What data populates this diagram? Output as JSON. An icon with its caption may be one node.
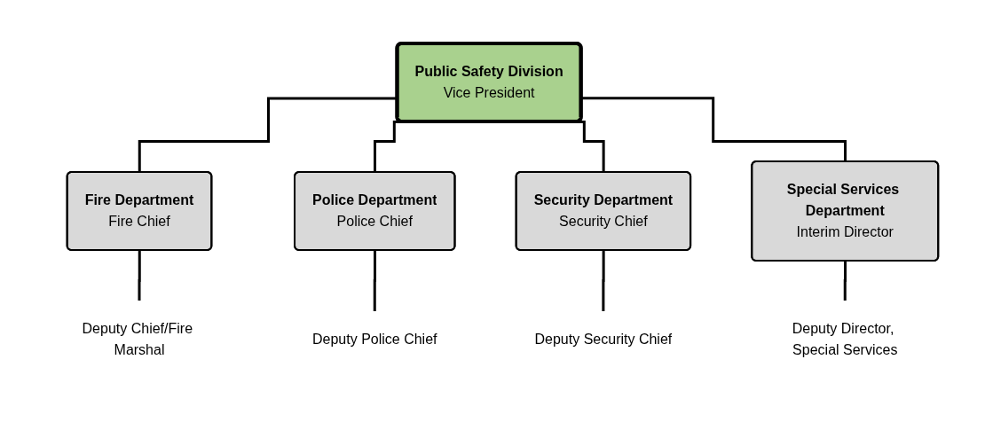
{
  "diagram": {
    "nodes": [
      {
        "text": [
          "Public Safety Division",
          "Vice President"
        ]
      },
      {
        "text": [
          "Fire Department",
          "Fire Chief"
        ]
      },
      {
        "text": [
          "Police Department",
          "Police Chief"
        ]
      },
      {
        "text": [
          "Security Department",
          "Security Chief"
        ]
      },
      {
        "text": [
          "Special Services Department",
          "Interim Director"
        ]
      },
      {
        "text": [
          "Deputy Chief/Fire Marshal"
        ]
      },
      {
        "text": [
          "Deputy Police Chief"
        ]
      },
      {
        "text": [
          "Deputy Security Chief"
        ]
      },
      {
        "text": [
          "Deputy Director, Special Services"
        ]
      }
    ],
    "edges": [
      {
        "from": 0,
        "to": 1,
        "arrow": "none"
      },
      {
        "from": 0,
        "to": 2,
        "arrow": "none"
      },
      {
        "from": 0,
        "to": 3,
        "arrow": "none"
      },
      {
        "from": 0,
        "to": 4,
        "arrow": "none"
      },
      {
        "from": 1,
        "to": 5,
        "arrow": "none"
      },
      {
        "from": 2,
        "to": 6,
        "arrow": "none"
      },
      {
        "from": 3,
        "to": 7,
        "arrow": "none"
      },
      {
        "from": 4,
        "to": 8,
        "arrow": "none"
      }
    ]
  }
}
